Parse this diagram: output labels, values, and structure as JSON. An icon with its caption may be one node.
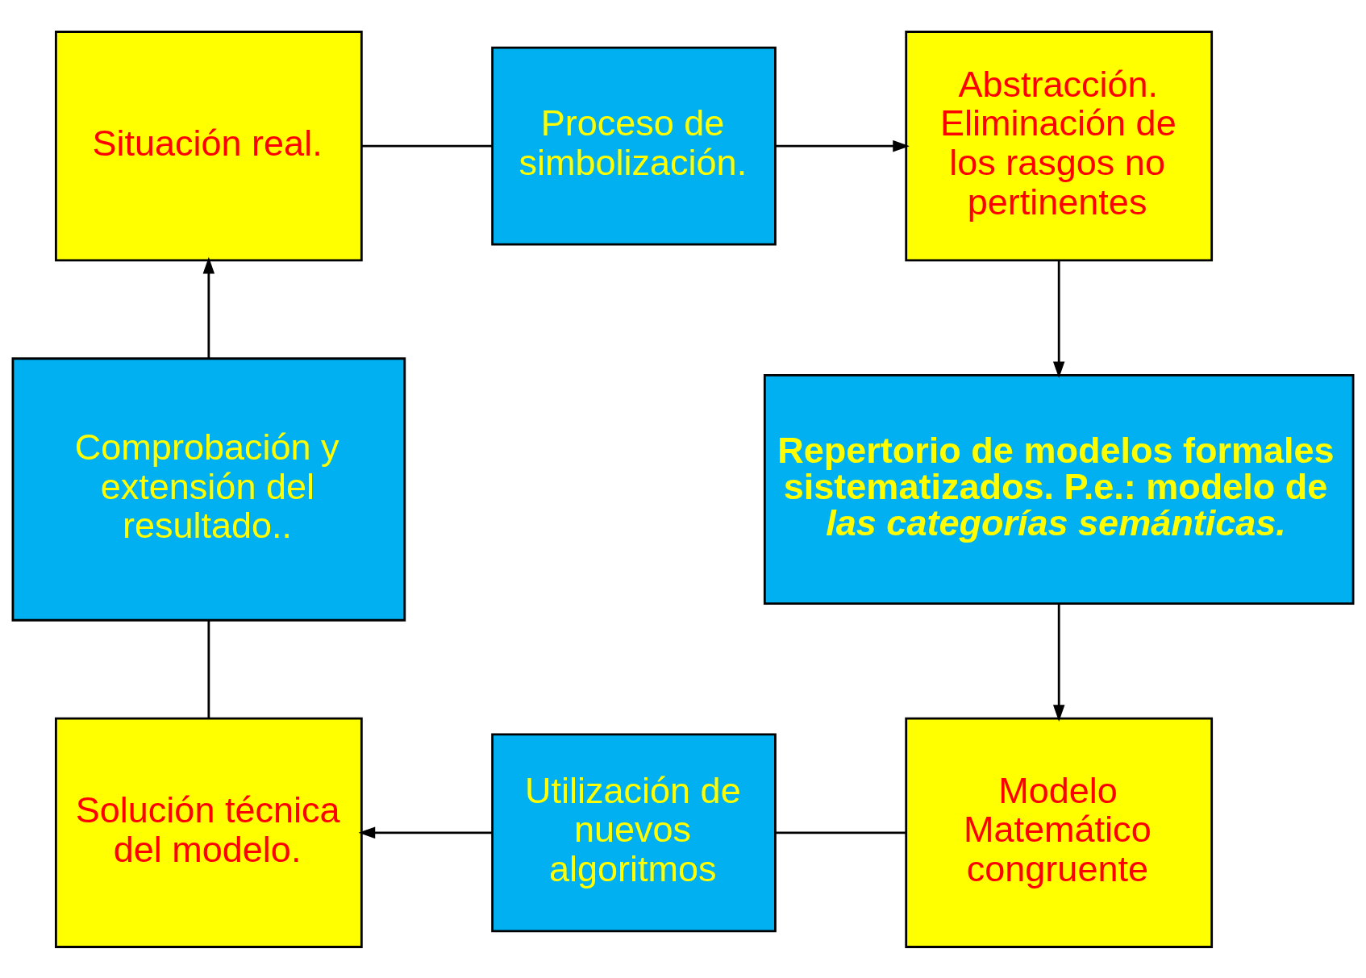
{
  "diagram": {
    "nodes": [
      {
        "text": [
          "Situación real."
        ]
      },
      {
        "text": [
          "Proceso de simbolización."
        ]
      },
      {
        "text": [
          "Abstracción. Eliminación de los rasgos no pertinentes"
        ]
      },
      {
        "text": [
          "Repertorio de modelos formales sistematizados. P.e.: modelo de *las categorías semánticas.*"
        ]
      },
      {
        "text": [
          "Modelo Matemático congruente"
        ]
      },
      {
        "text": [
          "Utilización de nuevos algoritmos"
        ]
      },
      {
        "text": [
          "Solución técnica del modelo."
        ]
      },
      {
        "text": [
          "Comprobación y extensión del resultado.."
        ]
      }
    ],
    "edges": [
      {
        "from": 0,
        "to": 1,
        "arrow": "none"
      },
      {
        "from": 1,
        "to": 2,
        "arrow": "to"
      },
      {
        "from": 2,
        "to": 3,
        "arrow": "to"
      },
      {
        "from": 3,
        "to": 4,
        "arrow": "to"
      },
      {
        "from": 4,
        "to": 5,
        "arrow": "none"
      },
      {
        "from": 5,
        "to": 6,
        "arrow": "to"
      },
      {
        "from": 6,
        "to": 7,
        "arrow": "none"
      },
      {
        "from": 7,
        "to": 0,
        "arrow": "to"
      }
    ]
  }
}
